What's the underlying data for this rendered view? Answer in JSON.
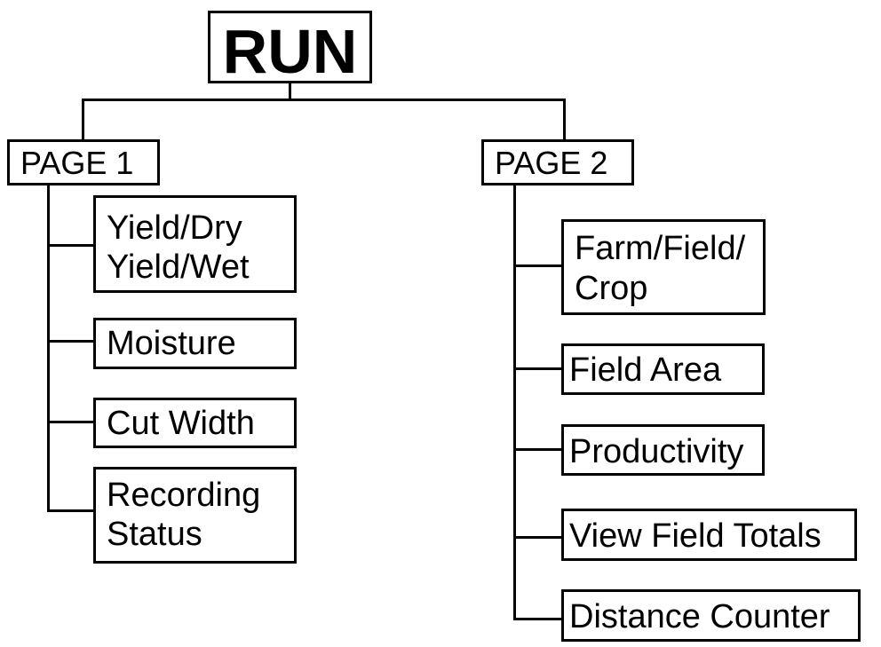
{
  "root": {
    "label": "RUN"
  },
  "page1": {
    "label": "PAGE 1",
    "items": [
      {
        "line1": "Yield/Dry",
        "line2": "Yield/Wet"
      },
      {
        "line1": "Moisture",
        "line2": ""
      },
      {
        "line1": "Cut Width",
        "line2": ""
      },
      {
        "line1": "Recording",
        "line2": "Status"
      }
    ]
  },
  "page2": {
    "label": "PAGE 2",
    "items": [
      {
        "line1": "Farm/Field/",
        "line2": "Crop"
      },
      {
        "line1": "Field Area",
        "line2": ""
      },
      {
        "line1": "Productivity",
        "line2": ""
      },
      {
        "line1": "View Field Totals",
        "line2": ""
      },
      {
        "line1": "Distance Counter",
        "line2": ""
      }
    ]
  }
}
